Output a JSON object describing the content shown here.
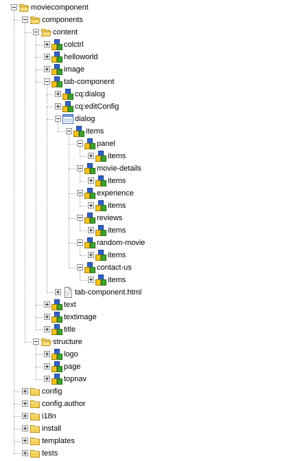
{
  "tree": [
    {
      "label": "moviecomponent",
      "level": 0,
      "icon": "folder-open-icon",
      "toggle": "expanded"
    },
    {
      "label": "components",
      "level": 1,
      "icon": "folder-open-icon",
      "toggle": "expanded"
    },
    {
      "label": "content",
      "level": 2,
      "icon": "folder-open-icon",
      "toggle": "expanded"
    },
    {
      "label": "colctrl",
      "level": 3,
      "icon": "component-node-icon",
      "toggle": "collapsed"
    },
    {
      "label": "helloworld",
      "level": 3,
      "icon": "component-node-icon",
      "toggle": "collapsed"
    },
    {
      "label": "image",
      "level": 3,
      "icon": "component-node-icon",
      "toggle": "collapsed"
    },
    {
      "label": "tab-component",
      "level": 3,
      "icon": "component-node-icon",
      "toggle": "expanded"
    },
    {
      "label": "cq:dialog",
      "level": 4,
      "icon": "component-node-icon",
      "toggle": "collapsed"
    },
    {
      "label": "cq:editConfig",
      "level": 4,
      "icon": "component-node-icon",
      "toggle": "collapsed"
    },
    {
      "label": "dialog",
      "level": 4,
      "icon": "dialog-window-icon",
      "toggle": "expanded"
    },
    {
      "label": "items",
      "level": 5,
      "icon": "component-node-icon",
      "toggle": "expanded"
    },
    {
      "label": "panel",
      "level": 6,
      "icon": "component-node-icon",
      "toggle": "expanded"
    },
    {
      "label": "items",
      "level": 7,
      "icon": "component-node-icon",
      "toggle": "collapsed"
    },
    {
      "label": "movie-details",
      "level": 6,
      "icon": "component-node-icon",
      "toggle": "expanded"
    },
    {
      "label": "items",
      "level": 7,
      "icon": "component-node-icon",
      "toggle": "collapsed"
    },
    {
      "label": "experience",
      "level": 6,
      "icon": "component-node-icon",
      "toggle": "expanded"
    },
    {
      "label": "items",
      "level": 7,
      "icon": "component-node-icon",
      "toggle": "collapsed"
    },
    {
      "label": "reviews",
      "level": 6,
      "icon": "component-node-icon",
      "toggle": "expanded"
    },
    {
      "label": "items",
      "level": 7,
      "icon": "component-node-icon",
      "toggle": "collapsed"
    },
    {
      "label": "random-movie",
      "level": 6,
      "icon": "component-node-icon",
      "toggle": "expanded"
    },
    {
      "label": "items",
      "level": 7,
      "icon": "component-node-icon",
      "toggle": "collapsed"
    },
    {
      "label": "contact-us",
      "level": 6,
      "icon": "component-node-icon",
      "toggle": "expanded"
    },
    {
      "label": "items",
      "level": 7,
      "icon": "component-node-icon",
      "toggle": "collapsed"
    },
    {
      "label": "tab-component.html",
      "level": 4,
      "icon": "file-icon",
      "toggle": "collapsed"
    },
    {
      "label": "text",
      "level": 3,
      "icon": "component-node-icon",
      "toggle": "collapsed"
    },
    {
      "label": "textimage",
      "level": 3,
      "icon": "component-node-icon",
      "toggle": "collapsed"
    },
    {
      "label": "title",
      "level": 3,
      "icon": "component-node-icon",
      "toggle": "collapsed"
    },
    {
      "label": "structure",
      "level": 2,
      "icon": "folder-open-icon",
      "toggle": "expanded"
    },
    {
      "label": "logo",
      "level": 3,
      "icon": "component-node-icon",
      "toggle": "collapsed"
    },
    {
      "label": "page",
      "level": 3,
      "icon": "component-node-icon",
      "toggle": "collapsed"
    },
    {
      "label": "topnav",
      "level": 3,
      "icon": "component-node-icon",
      "toggle": "collapsed"
    },
    {
      "label": "config",
      "level": 1,
      "icon": "folder-closed-icon",
      "toggle": "collapsed"
    },
    {
      "label": "config.author",
      "level": 1,
      "icon": "folder-closed-icon",
      "toggle": "collapsed"
    },
    {
      "label": "i18n",
      "level": 1,
      "icon": "folder-closed-icon",
      "toggle": "collapsed"
    },
    {
      "label": "install",
      "level": 1,
      "icon": "folder-closed-icon",
      "toggle": "collapsed"
    },
    {
      "label": "templates",
      "level": 1,
      "icon": "folder-closed-icon",
      "toggle": "collapsed"
    },
    {
      "label": "tests",
      "level": 1,
      "icon": "folder-closed-icon",
      "toggle": "collapsed"
    }
  ],
  "colors": {
    "folder_fill": "#f3d25a",
    "folder_stroke": "#b8901e",
    "node_blue": "#2f62c9",
    "node_green": "#3fa12b",
    "node_yellow": "#f2c21b",
    "connector": "#a0a0a0"
  }
}
